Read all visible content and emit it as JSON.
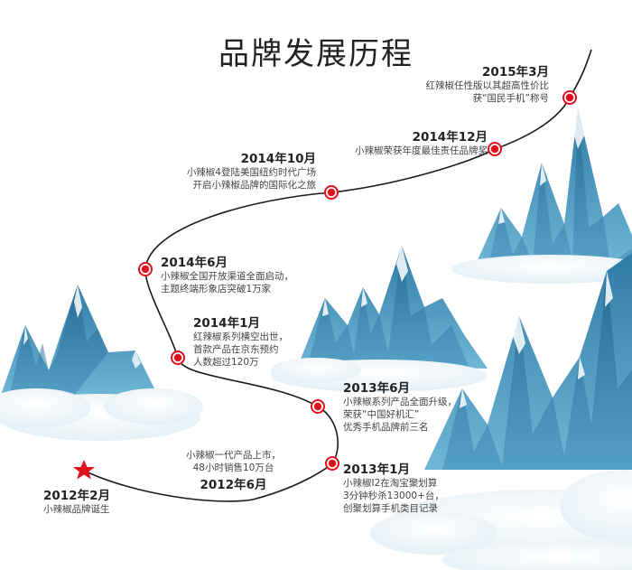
{
  "title": "品牌发展历程",
  "events": [
    {
      "date": "2015年3月",
      "lines": [
        "红辣椒任性版以其超高性价比",
        "获“国民手机”称号"
      ]
    },
    {
      "date": "2014年12月",
      "lines": [
        "小辣椒荣获年度最佳责任品牌奖"
      ]
    },
    {
      "date": "2014年10月",
      "lines": [
        "小辣椒4登陆美国纽约时代广场",
        "开启小辣椒品牌的国际化之旅"
      ]
    },
    {
      "date": "2014年6月",
      "lines": [
        "小辣椒全国开放渠道全面启动，",
        "主题终端形象店突破1万家"
      ]
    },
    {
      "date": "2014年1月",
      "lines": [
        "红辣椒系列横空出世，",
        "首款产品在京东预约",
        "人数超过120万"
      ]
    },
    {
      "date": "2013年6月",
      "lines": [
        "小辣椒系列产品全面升级，",
        "荣获“中国好机汇”",
        "优秀手机品牌前三名"
      ]
    },
    {
      "date": "2013年1月",
      "lines": [
        "小辣椒I2在淘宝聚划算",
        "3分钟秒杀13000+台，",
        "创聚划算手机类目记录"
      ]
    },
    {
      "date": "2012年6月",
      "lines": [
        "小辣椒一代产品上市，",
        "48小时销售10万台"
      ]
    },
    {
      "date": "2012年2月",
      "lines": [
        "小辣椒品牌诞生"
      ]
    }
  ],
  "colors": {
    "marker": "#e0101c",
    "path": "#1a1a1a",
    "mountain_light": "#4f9fc7",
    "mountain_dark": "#1f5f86",
    "snow": "#ffffff"
  },
  "icons": {
    "start_marker": "star-icon",
    "milestone_marker": "dot-icon"
  }
}
